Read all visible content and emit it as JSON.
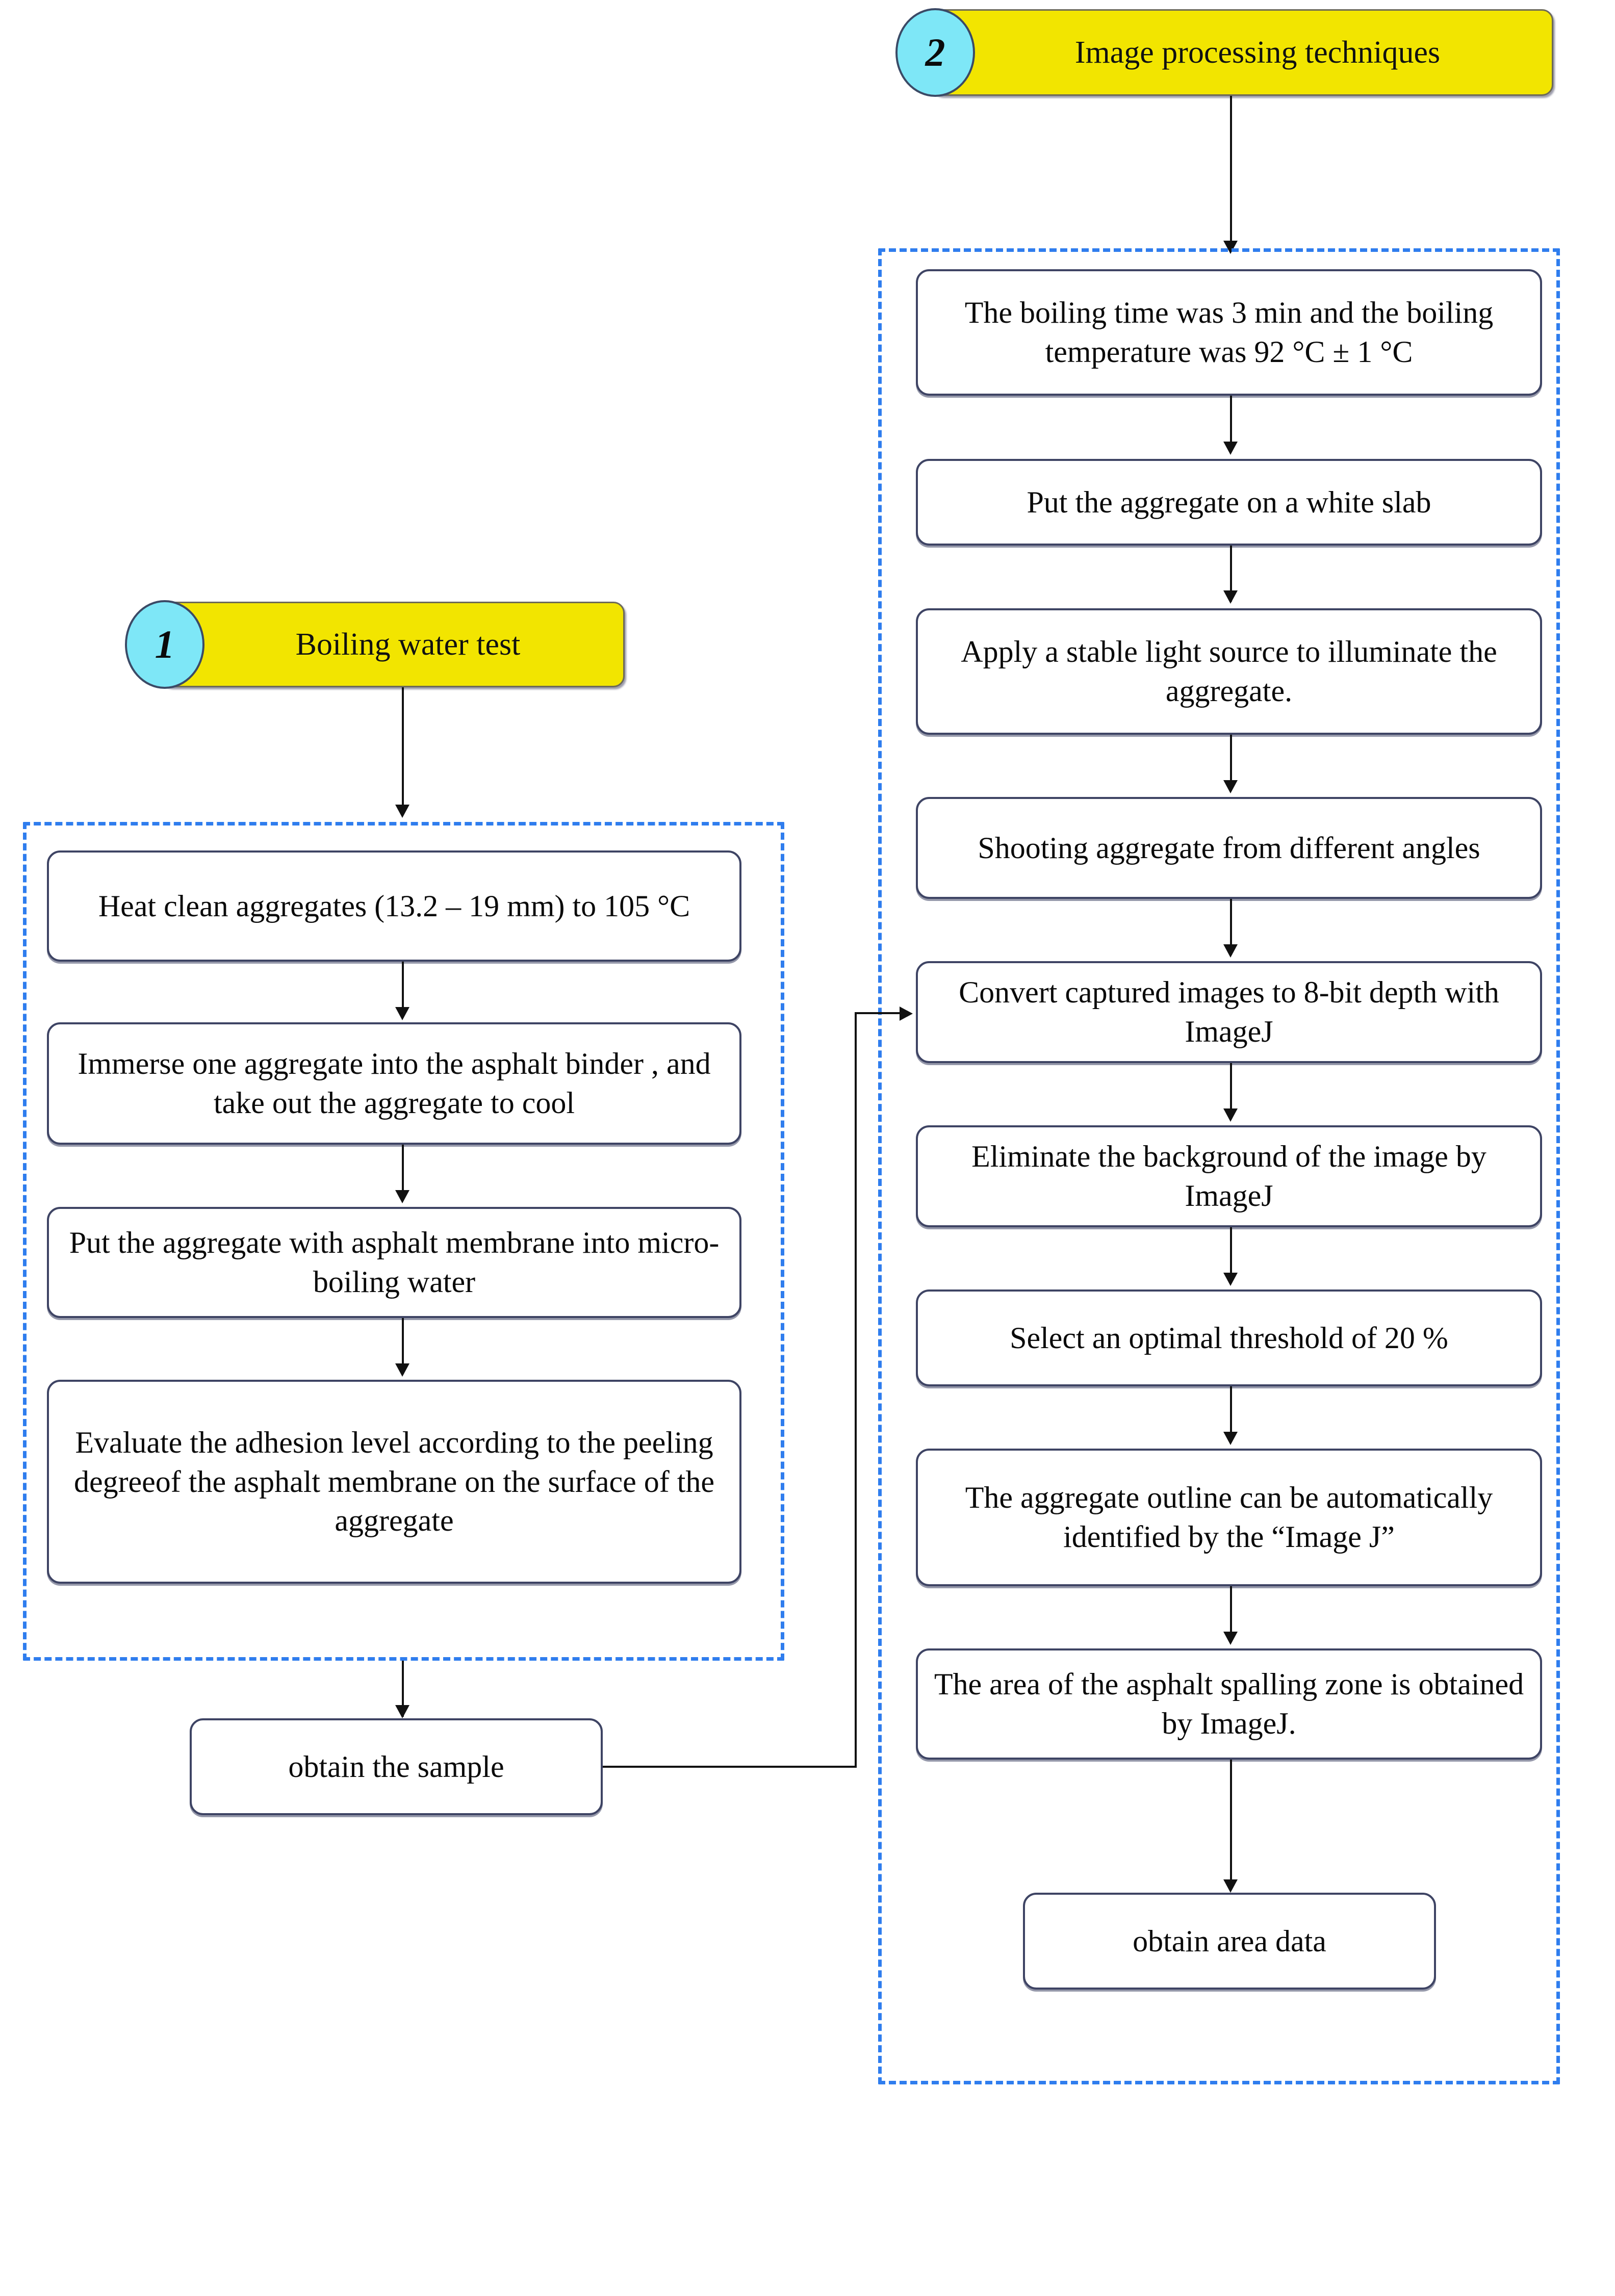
{
  "figure": {
    "type": "flowchart",
    "orientation": "two-column",
    "colors": {
      "banner_fill": "#F2E500",
      "badge_fill": "#7EE7F7",
      "dashed_group_border": "#2F7DEE",
      "box_border": "#3E4464",
      "connector": "#111111",
      "page_background": "#FFFFFF"
    }
  },
  "groups": [
    {
      "id": "boiling-water-test",
      "badge": "1",
      "title": "Boiling water test",
      "steps": [
        "Heat clean aggregates (13.2 – 19 mm) to 105 °C",
        "Immerse one aggregate into the asphalt binder , and take out the aggregate to cool",
        "Put the aggregate with asphalt membrane into micro-boiling water",
        "Evaluate the adhesion level according to the peeling degreeof the asphalt membrane on the surface of the aggregate"
      ],
      "output": "obtain the sample"
    },
    {
      "id": "image-processing-techniques",
      "badge": "2",
      "title": "Image processing techniques",
      "steps": [
        "The boiling time was 3 min and the boiling temperature was 92 °C ± 1 °C",
        "Put the aggregate on a white slab",
        "Apply a stable light source to illuminate the aggregate.",
        "Shooting aggregate from different angles",
        "Convert captured images to 8-bit depth with ImageJ",
        "Eliminate the background of the image by ImageJ",
        "Select an optimal threshold of 20 %",
        "The aggregate outline can be automatically identified by the “Image J”",
        "The area of the asphalt spalling zone is obtained by ImageJ."
      ],
      "output": "obtain area data"
    }
  ],
  "cross_link": {
    "from": "obtain the sample",
    "to": "Convert captured images to 8-bit depth with ImageJ"
  }
}
